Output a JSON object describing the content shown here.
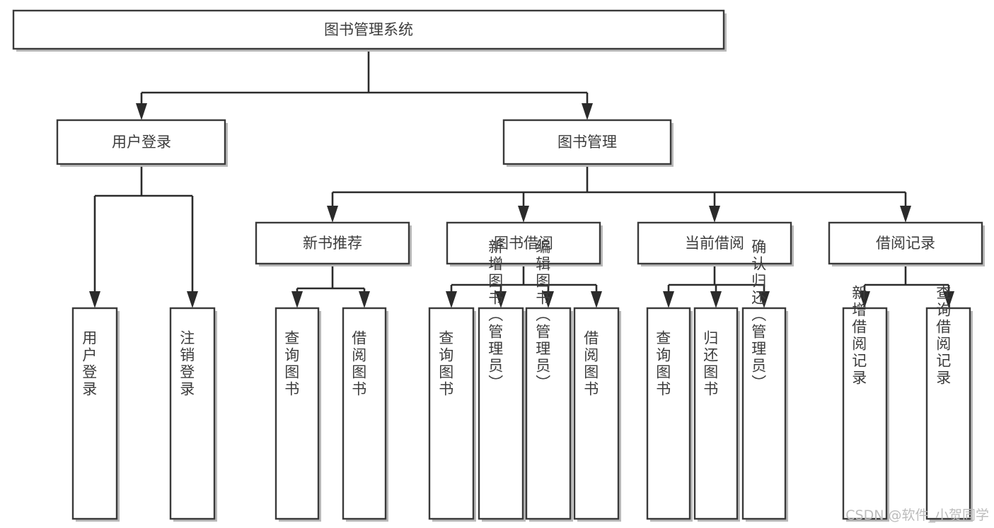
{
  "diagram": {
    "type": "tree-hierarchy-chart",
    "title": "图书管理系统",
    "orientation": "top-down",
    "theme": {
      "background": "#ffffff",
      "box_fill": "#ffffff",
      "box_stroke": "#3a3a3a",
      "shadow": "#b9b9b9",
      "connector": "#2b2b2b",
      "label_color": "#3c3c3c",
      "watermark_color": "#bcbcbc"
    },
    "levels": [
      {
        "level": 1,
        "nodes": [
          {
            "id": "root",
            "label": "图书管理系统",
            "orientation": "horizontal"
          }
        ]
      },
      {
        "level": 2,
        "nodes": [
          {
            "id": "login",
            "label": "用户登录",
            "orientation": "horizontal",
            "parent": "root"
          },
          {
            "id": "bookmgmt",
            "label": "图书管理",
            "orientation": "horizontal",
            "parent": "root"
          }
        ]
      },
      {
        "level": 3,
        "nodes": [
          {
            "id": "newbook",
            "label": "新书推荐",
            "orientation": "horizontal",
            "parent": "bookmgmt"
          },
          {
            "id": "borrow",
            "label": "图书借阅",
            "orientation": "horizontal",
            "parent": "bookmgmt"
          },
          {
            "id": "current",
            "label": "当前借阅",
            "orientation": "horizontal",
            "parent": "bookmgmt"
          },
          {
            "id": "records",
            "label": "借阅记录",
            "orientation": "horizontal",
            "parent": "bookmgmt"
          }
        ]
      },
      {
        "level": 4,
        "nodes": [
          {
            "id": "leaf-login-1",
            "label": "用户登录",
            "orientation": "vertical",
            "parent": "login"
          },
          {
            "id": "leaf-login-2",
            "label": "注销登录",
            "orientation": "vertical",
            "parent": "login"
          },
          {
            "id": "leaf-newbook-1",
            "label": "查询图书",
            "orientation": "vertical",
            "parent": "newbook"
          },
          {
            "id": "leaf-newbook-2",
            "label": "借阅图书",
            "orientation": "vertical",
            "parent": "newbook"
          },
          {
            "id": "leaf-borrow-1",
            "label": "查询图书",
            "orientation": "vertical",
            "parent": "borrow"
          },
          {
            "id": "leaf-borrow-2",
            "label": "新增图书（管理员）",
            "orientation": "vertical",
            "parent": "borrow"
          },
          {
            "id": "leaf-borrow-3",
            "label": "编辑图书（管理员）",
            "orientation": "vertical",
            "parent": "borrow"
          },
          {
            "id": "leaf-borrow-4",
            "label": "借阅图书",
            "orientation": "vertical",
            "parent": "borrow"
          },
          {
            "id": "leaf-current-1",
            "label": "查询图书",
            "orientation": "vertical",
            "parent": "current"
          },
          {
            "id": "leaf-current-2",
            "label": "归还图书",
            "orientation": "vertical",
            "parent": "current"
          },
          {
            "id": "leaf-current-3",
            "label": "确认归还（管理员）",
            "orientation": "vertical",
            "parent": "current"
          },
          {
            "id": "leaf-records-1",
            "label": "新增借阅记录",
            "orientation": "vertical",
            "parent": "records"
          },
          {
            "id": "leaf-records-2",
            "label": "查询借阅记录",
            "orientation": "vertical",
            "parent": "records"
          }
        ]
      }
    ]
  },
  "watermark": {
    "text": "CSDN @软件_小贺同学"
  }
}
